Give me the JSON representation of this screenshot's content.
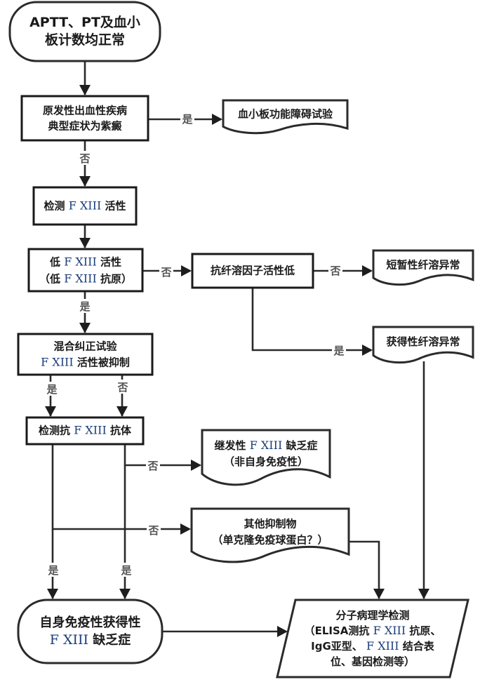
{
  "title": "FXIII deficiency diagnostic flowchart",
  "colors": {
    "line": "#2a2a2a",
    "text": "#1a1a1a",
    "edge_label": "#555555",
    "factor_roman": "#1a3d7a",
    "background": "#ffffff"
  },
  "factor": {
    "prefix": "F",
    "numeral": "XIII"
  },
  "nodes": {
    "start": {
      "shape": "terminator",
      "lines": [
        "APTT、PT及血小",
        "板计数均正常"
      ]
    },
    "purpura": {
      "shape": "process",
      "lines": [
        "原发性出血性疾病",
        "典型症状为紫癜"
      ]
    },
    "platelet_test": {
      "shape": "document",
      "lines": [
        "血小板功能障碍试验"
      ]
    },
    "fxiii_activity": {
      "shape": "process",
      "lines": [
        [
          "检测 ",
          "{F}",
          " 活性"
        ]
      ]
    },
    "low_fxiii": {
      "shape": "process",
      "lines": [
        [
          "低 ",
          "{F}",
          " 活性"
        ],
        [
          "（低 ",
          "{F}",
          " 抗原）"
        ]
      ]
    },
    "antifibrinolytic": {
      "shape": "process",
      "lines": [
        "抗纤溶因子活性低"
      ]
    },
    "transient_fibrinolysis": {
      "shape": "document",
      "lines": [
        "短暂性纤溶异常"
      ]
    },
    "acquired_fibrinolysis": {
      "shape": "document",
      "lines": [
        "获得性纤溶异常"
      ]
    },
    "mixing_test": {
      "shape": "process",
      "lines": [
        "混合纠正试验",
        [
          "{F}",
          " 活性被抑制"
        ]
      ]
    },
    "antibody_test": {
      "shape": "process",
      "lines": [
        [
          "检测抗 ",
          "{F}",
          " 抗体"
        ]
      ]
    },
    "secondary_deficiency": {
      "shape": "document",
      "lines": [
        [
          "继发性 ",
          "{F}",
          " 缺乏症"
        ],
        "（非自身免疫性）"
      ]
    },
    "other_inhibitors": {
      "shape": "document",
      "lines": [
        "其他抑制物",
        "（单克隆免疫球蛋白？）"
      ]
    },
    "autoimmune_deficiency": {
      "shape": "terminator",
      "lines": [
        "自身免疫性获得性",
        [
          "{F}",
          " 缺乏症"
        ]
      ]
    },
    "molecular_testing": {
      "shape": "data",
      "lines": [
        "分子病理学检测",
        [
          "（ELISA测抗 ",
          "{F}",
          " 抗原、"
        ],
        [
          "IgG亚型、 ",
          "{F}",
          " 结合表"
        ],
        "位、基因检测等）"
      ]
    }
  },
  "edge_labels": {
    "yes": "是",
    "no": "否"
  },
  "edges": [
    {
      "from": "start",
      "to": "purpura",
      "label": ""
    },
    {
      "from": "purpura",
      "to": "platelet_test",
      "label": "是"
    },
    {
      "from": "purpura",
      "to": "fxiii_activity",
      "label": "否"
    },
    {
      "from": "fxiii_activity",
      "to": "low_fxiii",
      "label": ""
    },
    {
      "from": "low_fxiii",
      "to": "antifibrinolytic",
      "label": "否"
    },
    {
      "from": "antifibrinolytic",
      "to": "transient_fibrinolysis",
      "label": "否"
    },
    {
      "from": "antifibrinolytic",
      "to": "acquired_fibrinolysis",
      "label": "是"
    },
    {
      "from": "low_fxiii",
      "to": "mixing_test",
      "label": "是"
    },
    {
      "from": "mixing_test",
      "to": "antibody_test",
      "label": "是"
    },
    {
      "from": "mixing_test",
      "to": "antibody_test",
      "label": "否"
    },
    {
      "from": "antibody_test",
      "to": "secondary_deficiency",
      "label": "否"
    },
    {
      "from": "antibody_test",
      "to": "other_inhibitors",
      "label": "否"
    },
    {
      "from": "antibody_test",
      "to": "autoimmune_deficiency",
      "label": "是"
    },
    {
      "from": "antibody_test",
      "to": "autoimmune_deficiency",
      "label": "是"
    },
    {
      "from": "autoimmune_deficiency",
      "to": "molecular_testing",
      "label": ""
    },
    {
      "from": "other_inhibitors",
      "to": "molecular_testing",
      "label": ""
    },
    {
      "from": "acquired_fibrinolysis",
      "to": "molecular_testing",
      "label": ""
    }
  ]
}
